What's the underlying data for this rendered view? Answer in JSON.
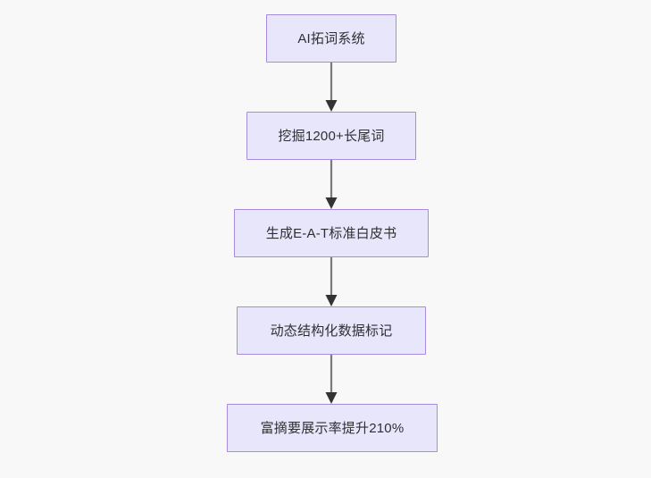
{
  "diagram": {
    "type": "flowchart",
    "direction": "top-to-bottom",
    "background_color": "#f8f8f8",
    "node_fill_color": "#e8e6fb",
    "node_border_color": "#a78bde",
    "node_text_color": "#2f2f33",
    "edge_color": "#7a7a7a",
    "arrowhead_color": "#333333",
    "nodes": [
      {
        "id": "n1",
        "label": "AI拓词系统"
      },
      {
        "id": "n2",
        "label": "挖掘1200+长尾词"
      },
      {
        "id": "n3",
        "label": "生成E-A-T标准白皮书"
      },
      {
        "id": "n4",
        "label": "动态结构化数据标记"
      },
      {
        "id": "n5",
        "label": "富摘要展示率提升210%"
      }
    ],
    "edges": [
      {
        "id": "e1",
        "from": "n1",
        "to": "n2",
        "label": "",
        "arrow": "arrowhead-down-icon"
      },
      {
        "id": "e2",
        "from": "n2",
        "to": "n3",
        "label": "",
        "arrow": "arrowhead-down-icon"
      },
      {
        "id": "e3",
        "from": "n3",
        "to": "n4",
        "label": "",
        "arrow": "arrowhead-down-icon"
      },
      {
        "id": "e4",
        "from": "n4",
        "to": "n5",
        "label": "",
        "arrow": "arrowhead-down-icon"
      }
    ]
  }
}
